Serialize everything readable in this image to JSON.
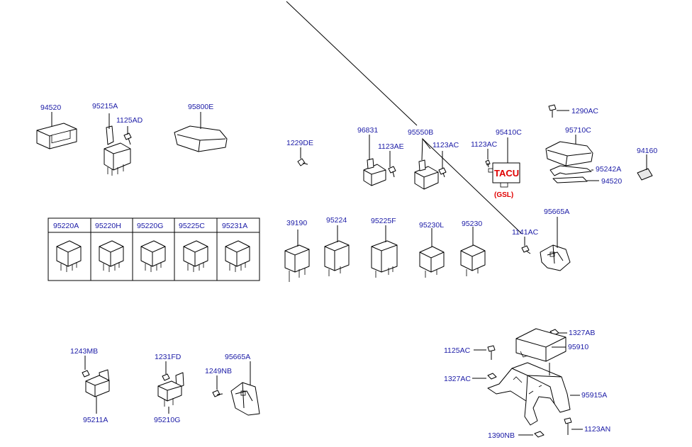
{
  "labels": {
    "p94520_a": "94520",
    "p95215A": "95215A",
    "p1125AD": "1125AD",
    "p95800E": "95800E",
    "p1229DE": "1229DE",
    "p96831": "96831",
    "p1123AE": "1123AE",
    "p95550B": "95550B",
    "p1123AC_a": "1123AC",
    "p1123AC_b": "1123AC",
    "p95410C": "95410C",
    "p1290AC": "1290AC",
    "p95710C": "95710C",
    "p95242A": "95242A",
    "p94520_b": "94520",
    "p94160": "94160",
    "p95220A": "95220A",
    "p95220H": "95220H",
    "p95220G": "95220G",
    "p95225C": "95225C",
    "p95231A": "95231A",
    "p39190": "39190",
    "p95224": "95224",
    "p95225F": "95225F",
    "p95230L": "95230L",
    "p95230": "95230",
    "p1141AC": "1141AC",
    "p95665A_a": "95665A",
    "p1243MB": "1243MB",
    "p95211A": "95211A",
    "p1231FD": "1231FD",
    "p95210G": "95210G",
    "p1249NB": "1249NB",
    "p95665A_b": "95665A",
    "p1327AB": "1327AB",
    "p1125AC": "1125AC",
    "p95910": "95910",
    "p1327AC": "1327AC",
    "p95915A": "95915A",
    "p1390NB": "1390NB",
    "p1123AN": "1123AN"
  },
  "tacu": {
    "name": "TACU",
    "variant": "(GSL)"
  }
}
